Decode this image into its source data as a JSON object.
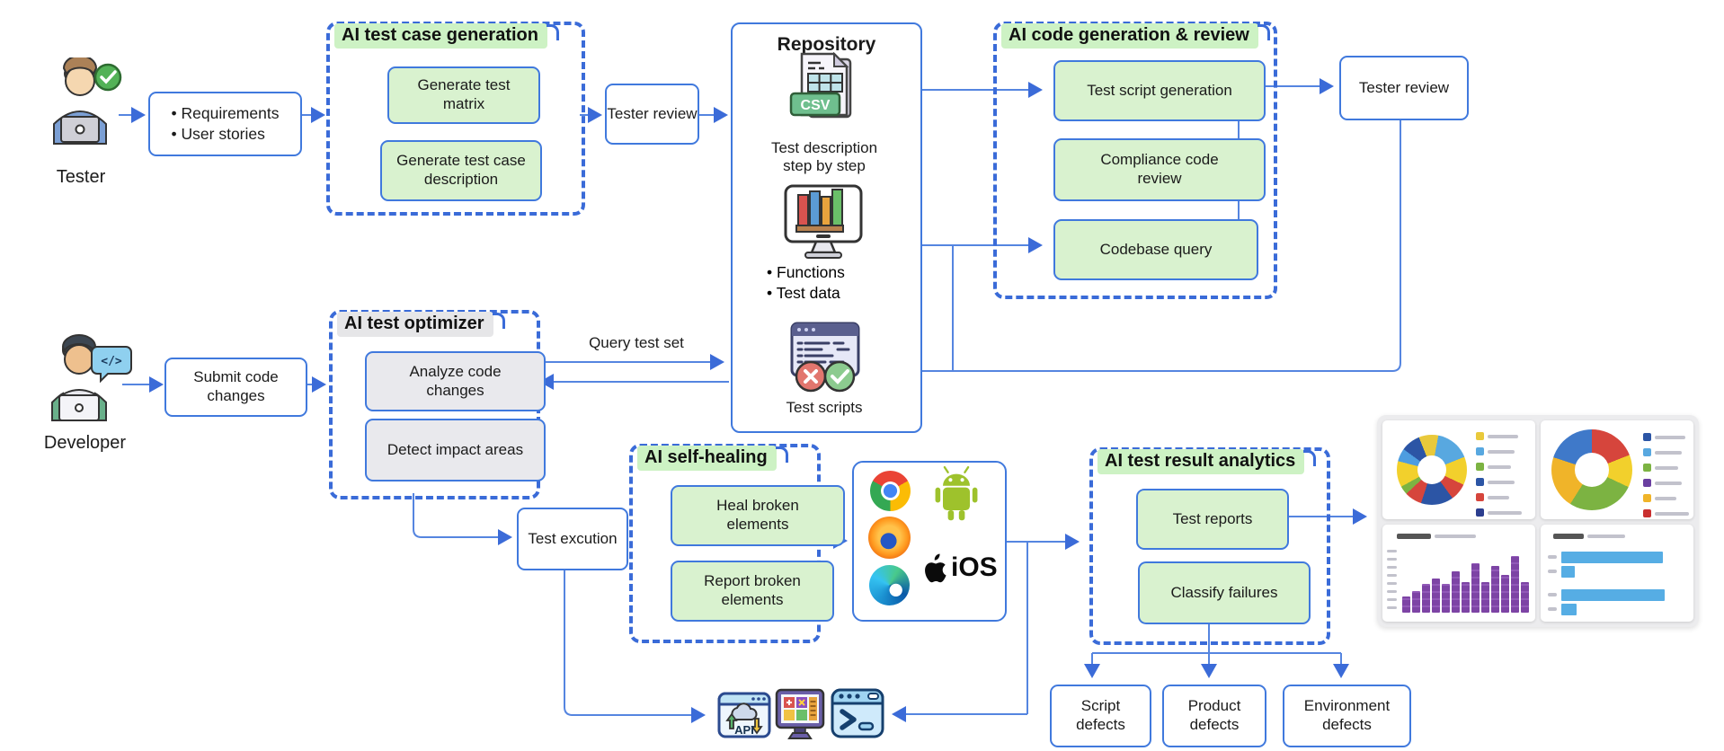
{
  "actors": {
    "tester": {
      "label": "Tester"
    },
    "developer": {
      "label": "Developer"
    }
  },
  "nodes": {
    "requirements": {
      "items": [
        "Requirements",
        "User stories"
      ]
    },
    "tester_review_left": {
      "label": "Tester review"
    },
    "tester_review_right": {
      "label": "Tester review"
    },
    "submit_code_changes": {
      "label": "Submit code changes"
    },
    "test_execution": {
      "label": "Test excution"
    },
    "script_defects": {
      "label": "Script defects"
    },
    "product_defects": {
      "label": "Product defects"
    },
    "environment_defects": {
      "label": "Environment defects"
    }
  },
  "groups": {
    "test_case_generation": {
      "title": "AI test case generation",
      "items": [
        "Generate test matrix",
        "Generate test case description"
      ]
    },
    "code_generation_review": {
      "title": "AI code generation & review",
      "items": [
        "Test script generation",
        "Compliance code review",
        "Codebase query"
      ]
    },
    "test_optimizer": {
      "title": "AI test optimizer",
      "items": [
        "Analyze code changes",
        "Detect impact areas"
      ]
    },
    "self_healing": {
      "title": "AI self-healing",
      "items": [
        "Heal broken elements",
        "Report broken elements"
      ]
    },
    "result_analytics": {
      "title": "AI test result analytics",
      "items": [
        "Test reports",
        "Classify failures"
      ]
    }
  },
  "repository": {
    "title": "Repository",
    "csv_badge": "CSV",
    "csv_caption": "Test description step by step",
    "function_items": [
      "Functions",
      "Test data"
    ],
    "scripts_caption": "Test scripts"
  },
  "edge_labels": {
    "query_test_set": "Query test set"
  },
  "platforms": {
    "ios": "iOS"
  },
  "tool_icons": {
    "api_label": "API"
  },
  "colors": {
    "accent_blue": "#3a6bd8",
    "node_green": "#d9f2cf",
    "node_grey": "#e9e9ed",
    "title_green": "#cdf2c4"
  },
  "chart_data": [
    {
      "type": "pie",
      "style": "donut",
      "position": "top-left",
      "labels_illegible": true,
      "slices": [
        {
          "color": "#e9c93b",
          "value": 3
        },
        {
          "color": "#58a8e0",
          "value": 16
        },
        {
          "color": "#f2d02c",
          "value": 13
        },
        {
          "color": "#d6453c",
          "value": 8
        },
        {
          "color": "#2c55a5",
          "value": 15
        },
        {
          "color": "#d6453c",
          "value": 8
        },
        {
          "color": "#7cb342",
          "value": 4
        },
        {
          "color": "#f2d02c",
          "value": 12
        },
        {
          "color": "#4d9de0",
          "value": 6
        },
        {
          "color": "#2c55a5",
          "value": 9
        },
        {
          "color": "#e9c93b",
          "value": 6
        }
      ],
      "legend_colors": [
        "#e9c93b",
        "#58a8e0",
        "#7cb342",
        "#2c55a5",
        "#d6453c",
        "#2c3e8f"
      ]
    },
    {
      "type": "pie",
      "style": "donut",
      "position": "top-right",
      "labels_illegible": true,
      "slices": [
        {
          "color": "#d6453c",
          "value": 19
        },
        {
          "color": "#f2d02c",
          "value": 13
        },
        {
          "color": "#7cb342",
          "value": 27
        },
        {
          "color": "#f0b429",
          "value": 21
        },
        {
          "color": "#3f79c9",
          "value": 20
        }
      ],
      "legend_colors": [
        "#2c55a5",
        "#58a8e0",
        "#7cb342",
        "#6a3fa0",
        "#f0b429",
        "#c92f2f"
      ]
    },
    {
      "type": "bar",
      "position": "bottom-left",
      "color": "#7d44a5",
      "labels_illegible": true,
      "values": [
        30,
        40,
        54,
        64,
        54,
        76,
        56,
        92,
        56,
        86,
        70,
        105,
        56
      ],
      "ymax": 110
    },
    {
      "type": "bar",
      "orientation": "horizontal",
      "position": "bottom-right",
      "color": "#56ade4",
      "labels_illegible": true,
      "values": [
        88,
        12,
        90,
        13
      ],
      "xmax": 100
    }
  ]
}
